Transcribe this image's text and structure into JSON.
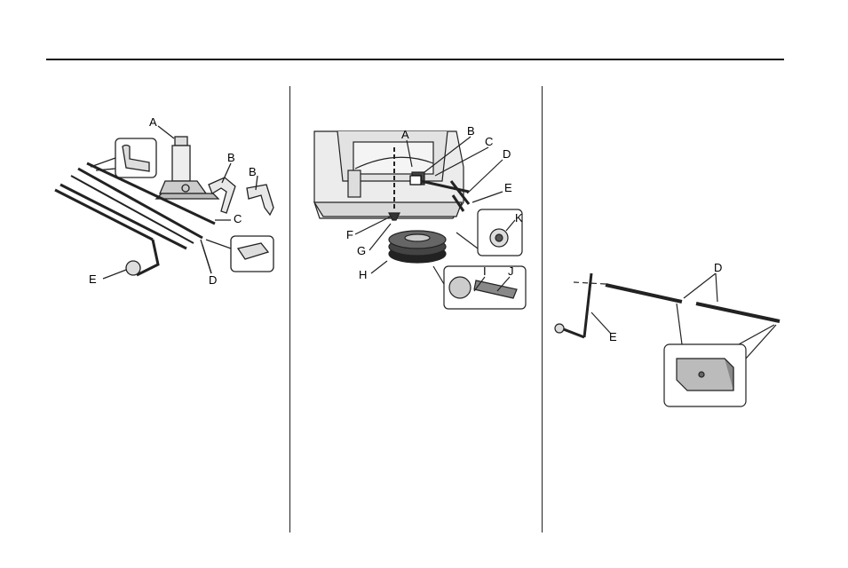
{
  "page": {
    "rule_color": "#111111"
  },
  "figure1": {
    "description_icon": "jack-and-tools-icon",
    "labels": {
      "A": "A",
      "B1": "B",
      "B2": "B",
      "C": "C",
      "D": "D",
      "E": "E"
    }
  },
  "figure2": {
    "description_icon": "spare-tire-hoist-icon",
    "labels": {
      "A": "A",
      "B": "B",
      "C": "C",
      "D": "D",
      "E": "E",
      "F": "F",
      "G": "G",
      "H": "H",
      "I": "I",
      "J": "J",
      "K": "K"
    }
  },
  "figure3": {
    "description_icon": "extension-assembly-icon",
    "labels": {
      "D": "D",
      "E": "E"
    }
  }
}
